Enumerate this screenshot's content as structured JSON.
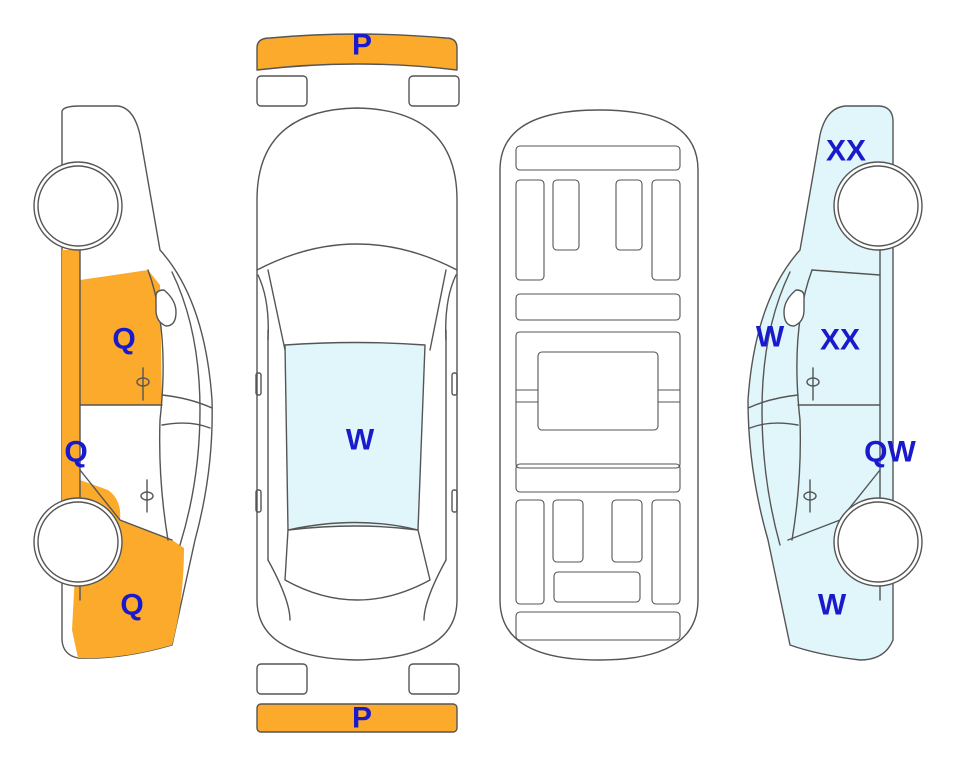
{
  "colors": {
    "orange": "#fbaa2b",
    "blue": "#e0f6fa",
    "outline": "#555555",
    "label": "#1a1acd"
  },
  "labels": {
    "front_bumper": "P",
    "rear_bumper": "P",
    "left_front_door": "Q",
    "left_rear_door": "Q",
    "left_quarter_panel": "Q",
    "hood": "W",
    "right_fender": "XX",
    "right_front_door": "XX",
    "right_windshield_side": "W",
    "right_rear_door": "QW",
    "right_quarter_panel": "W"
  }
}
